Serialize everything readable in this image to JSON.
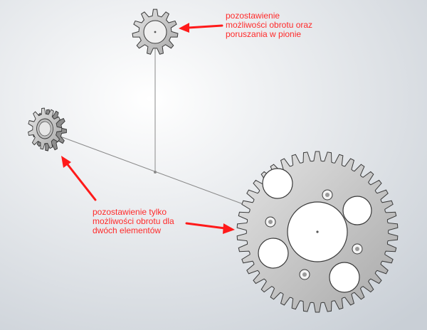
{
  "annotations": {
    "top": {
      "lines": [
        "pozostawienie",
        "możliwości obrotu oraz",
        "poruszania w pionie"
      ]
    },
    "bottom": {
      "lines": [
        "pozostawienie tylko",
        "możliwości obrotu dla",
        "dwóch elementów"
      ]
    }
  },
  "colors": {
    "annotation_text": "#ff2a2a",
    "arrow": "#ff1a1a",
    "gear_fill": "#d2d2d2",
    "gear_stroke": "#3a3a3a",
    "background_top": "#ffffff",
    "background_bottom": "#c9cfd6",
    "axis_line": "#8a8a8a"
  },
  "icons": [
    "sprocket-small-top",
    "sprocket-small-left",
    "sprocket-large-chainring",
    "red-arrow"
  ]
}
